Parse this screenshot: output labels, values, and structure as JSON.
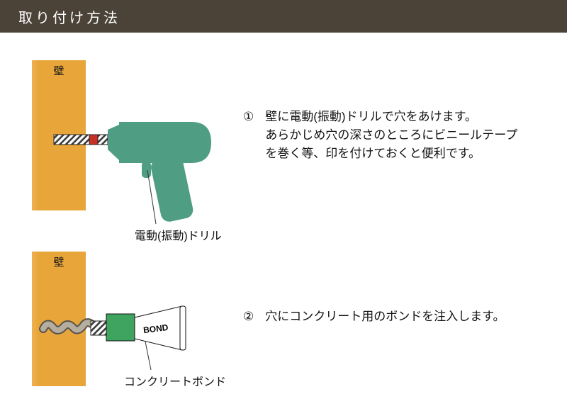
{
  "header": {
    "title": "取り付け方法"
  },
  "figure1": {
    "wall_label": "壁",
    "caption": "電動(振動)ドリル"
  },
  "figure2": {
    "wall_label": "壁",
    "caption": "コンクリートボンド",
    "tube_label": "BOND"
  },
  "steps": [
    {
      "number": "①",
      "lines": [
        "壁に電動(振動)ドリルで穴をあけます。",
        "あらかじめ穴の深さのところにビニールテープ",
        "を巻く等、印を付けておくと便利です。"
      ]
    },
    {
      "number": "②",
      "lines": [
        "穴にコンクリート用のボンドを注入します。"
      ]
    }
  ],
  "colors": {
    "header_bg": "#4b4238",
    "wall": "#e8a63a",
    "drill_green": "#4f9d83",
    "bond_green": "#3ea45f",
    "depth_mark_red": "#c63026"
  }
}
